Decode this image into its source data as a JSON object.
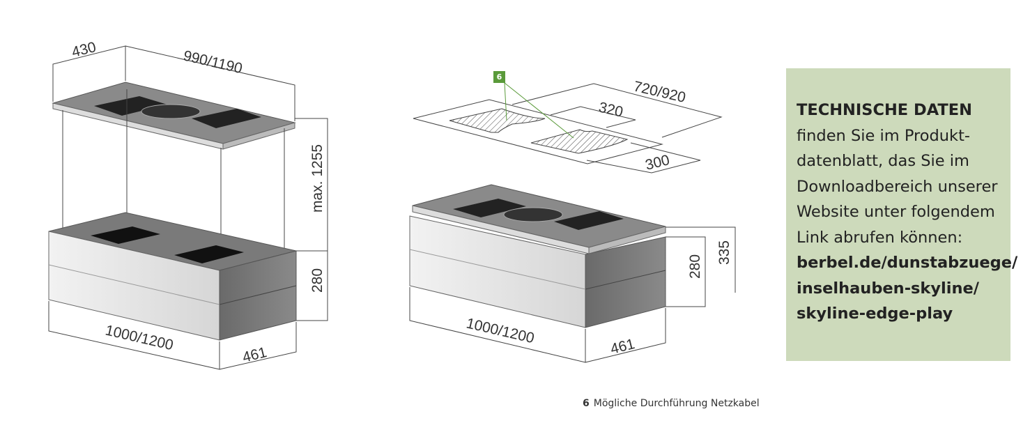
{
  "left_drawing": {
    "dims": {
      "depth_top": "430",
      "width_top": "990/1190",
      "height_max": "max. 1255",
      "height_box": "280",
      "width_box": "1000/1200",
      "depth_box": "461"
    }
  },
  "right_drawing": {
    "callout": "6",
    "dims": {
      "cutout_width": "720/920",
      "cutout_320": "320",
      "cutout_300": "300",
      "height_box": "280",
      "height_total": "335",
      "width_box": "1000/1200",
      "depth_box": "461"
    }
  },
  "info_box": {
    "heading": "TECHNISCHE DATEN",
    "lines": [
      "finden Sie im Produkt-",
      "datenblatt, das Sie im",
      "Downloadbereich unserer",
      "Website unter folgendem",
      "Link abrufen können:"
    ],
    "link_lines": [
      "berbel.de/dunstabzuege/",
      "inselhauben-skyline/",
      "skyline-edge-play"
    ]
  },
  "caption": {
    "number": "6",
    "text": "Mögliche Durchführung Netzkabel"
  },
  "colors": {
    "accent_green": "#5a9a3a",
    "info_bg": "#cddabb"
  }
}
